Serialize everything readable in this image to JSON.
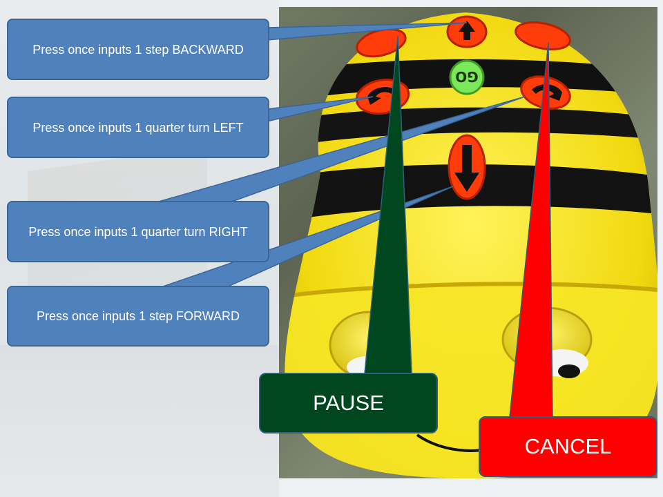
{
  "callouts": {
    "backward": "Press once inputs 1 step BACKWARD",
    "left": "Press once inputs 1 quarter turn LEFT",
    "right": "Press once inputs 1 quarter turn RIGHT",
    "forward": "Press once inputs 1 step FORWARD"
  },
  "buttons": {
    "pause": "PAUSE",
    "cancel": "CANCEL",
    "go": "GO"
  },
  "colors": {
    "callout_blue": "#4f81bd",
    "pause_green": "#00471f",
    "cancel_red": "#ff0000",
    "bee_yellow": "#f4e21e",
    "button_orange": "#ff3d0a",
    "go_green": "#7be85a"
  }
}
